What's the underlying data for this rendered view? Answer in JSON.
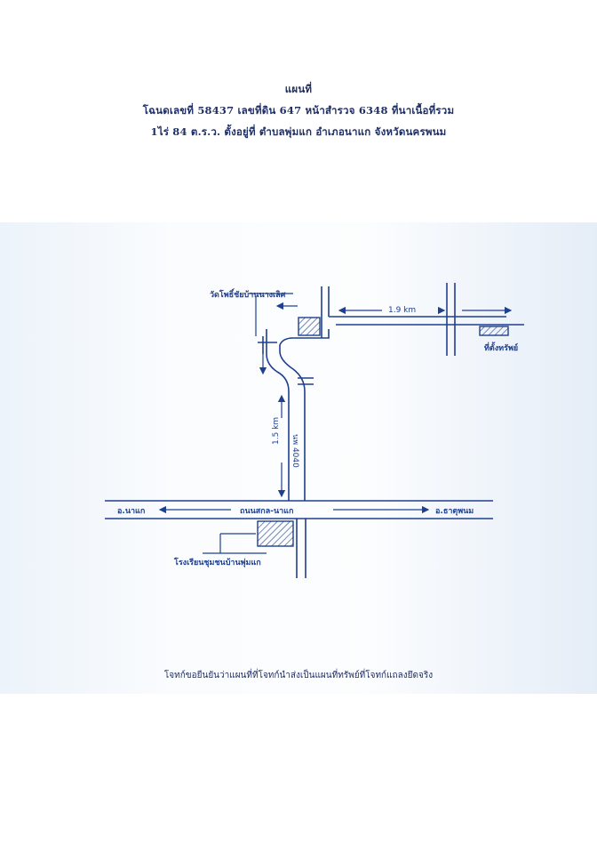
{
  "header": {
    "title": "แผนที่",
    "line2": "โฉนดเลขที่ 58437 เลขที่ดิน 647 หน้าสำรวจ 6348 ที่นาเนื้อที่รวม",
    "line3": "1ไร่ 84 ต.ร.ว. ตั้งอยู่ที่ ตำบลพุ่มแก อำเภอนาแก จังหวัดนครพนม"
  },
  "map": {
    "temple_label": "วัดโพธิ์ชัยบ้านนางเลิศ",
    "property_label": "ที่ตั้งทรัพย์",
    "distance_top": "1.9 km",
    "distance_vertical": "1.5 km",
    "road_code": "นพ 4040",
    "main_road": "ถนนสกล-นาแก",
    "west_label": "อ.นาแก",
    "east_label": "อ.ธาตุพนม",
    "school_label": "โรงเรียนชุมชนบ้านพุ่มแก"
  },
  "footer": {
    "note": "โจทก์ขอยืนยันว่าแผนที่ที่โจทก์นำส่งเป็นแผนที่ทรัพย์ที่โจทก์แถลงยึดจริง"
  },
  "colors": {
    "ink": "#1f3f8f",
    "heading": "#1f2f66"
  }
}
